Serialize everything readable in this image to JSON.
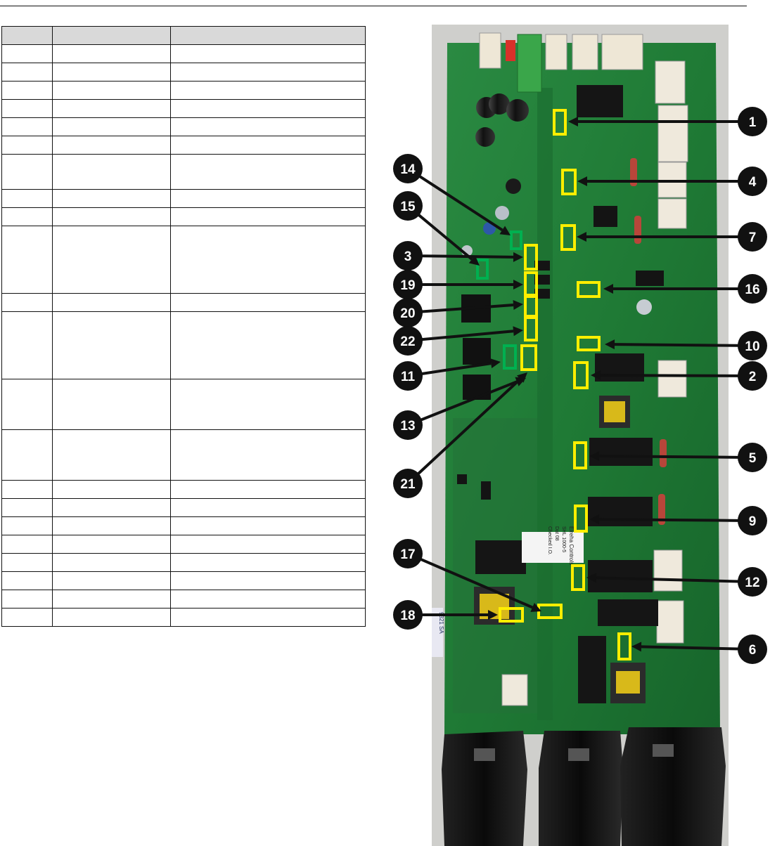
{
  "table": {
    "rows": [
      {
        "cells": [
          "",
          "",
          ""
        ]
      },
      {
        "cells": [
          "",
          "",
          ""
        ]
      },
      {
        "cells": [
          "",
          "",
          ""
        ]
      },
      {
        "cells": [
          "",
          "",
          ""
        ]
      },
      {
        "cells": [
          "",
          "",
          ""
        ]
      },
      {
        "cells": [
          "",
          "",
          ""
        ]
      },
      {
        "cells": [
          "",
          "",
          ""
        ]
      },
      {
        "cells": [
          "",
          "",
          ""
        ]
      },
      {
        "cells": [
          "",
          "",
          ""
        ]
      },
      {
        "cells": [
          "",
          "",
          ""
        ]
      },
      {
        "cells": [
          "",
          "",
          ""
        ]
      },
      {
        "cells": [
          "",
          "",
          ""
        ]
      },
      {
        "cells": [
          "",
          "",
          ""
        ]
      },
      {
        "cells": [
          "",
          "",
          ""
        ]
      },
      {
        "cells": [
          "",
          "",
          ""
        ]
      },
      {
        "cells": [
          "",
          "",
          ""
        ]
      },
      {
        "cells": [
          "",
          "",
          ""
        ]
      },
      {
        "cells": [
          "",
          "",
          ""
        ]
      },
      {
        "cells": [
          "",
          "",
          ""
        ]
      },
      {
        "cells": [
          "",
          "",
          ""
        ]
      },
      {
        "cells": [
          "",
          "",
          ""
        ]
      },
      {
        "cells": [
          "",
          "",
          ""
        ]
      },
      {
        "cells": [
          "",
          "",
          ""
        ]
      }
    ]
  },
  "board": {
    "label_company": "Elreha Controls",
    "label_model": "SHL 1000-5",
    "label_date": "Dat 08",
    "label_checked": "Checked I.O.",
    "sticker_text": "9321 SA"
  },
  "callouts": [
    {
      "label": "1"
    },
    {
      "label": "4"
    },
    {
      "label": "7"
    },
    {
      "label": "16"
    },
    {
      "label": "10"
    },
    {
      "label": "2"
    },
    {
      "label": "5"
    },
    {
      "label": "9"
    },
    {
      "label": "12"
    },
    {
      "label": "6"
    },
    {
      "label": "14"
    },
    {
      "label": "15"
    },
    {
      "label": "3"
    },
    {
      "label": "19"
    },
    {
      "label": "20"
    },
    {
      "label": "22"
    },
    {
      "label": "11"
    },
    {
      "label": "13"
    },
    {
      "label": "21"
    },
    {
      "label": "17"
    },
    {
      "label": "18"
    }
  ],
  "colors": {
    "pcb_green": "#1f7a35",
    "highlight_yellow": "#ffee00",
    "highlight_green": "#00b050",
    "badge": "#111111",
    "heatsink": "#141414"
  }
}
